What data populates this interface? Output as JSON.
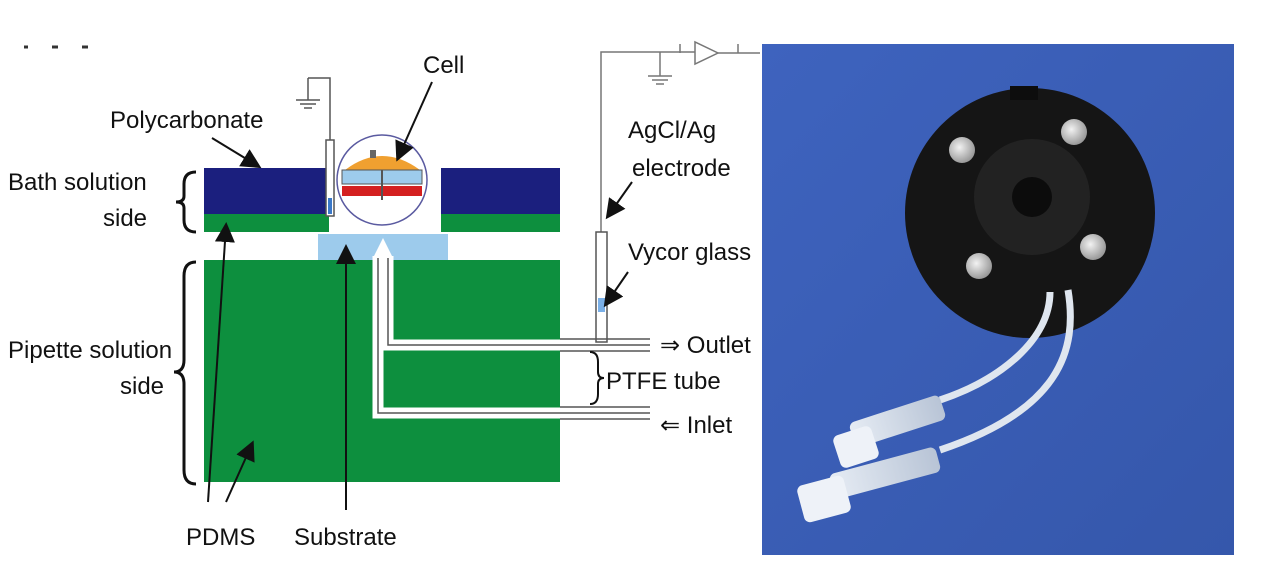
{
  "labels": {
    "cell": "Cell",
    "polycarbonate": "Polycarbonate",
    "bath_line1": "Bath solution",
    "bath_line2": "side",
    "pipette_line1": "Pipette solution",
    "pipette_line2": "side",
    "pdms": "PDMS",
    "substrate": "Substrate",
    "agcl_line1": "AgCl/Ag",
    "agcl_line2": "electrode",
    "vycor": "Vycor glass",
    "outlet": "⇒ Outlet",
    "ptfe": "PTFE tube",
    "inlet": "⇐  Inlet"
  },
  "colors": {
    "polycarbonate": "#1b1f7e",
    "pdms": "#0d8f3e",
    "substrate": "#9dcbec",
    "cell": "#f0a030",
    "electrode_red": "#d42020",
    "photo_background": "#3b5fb8",
    "device": "#1a1a1a"
  }
}
